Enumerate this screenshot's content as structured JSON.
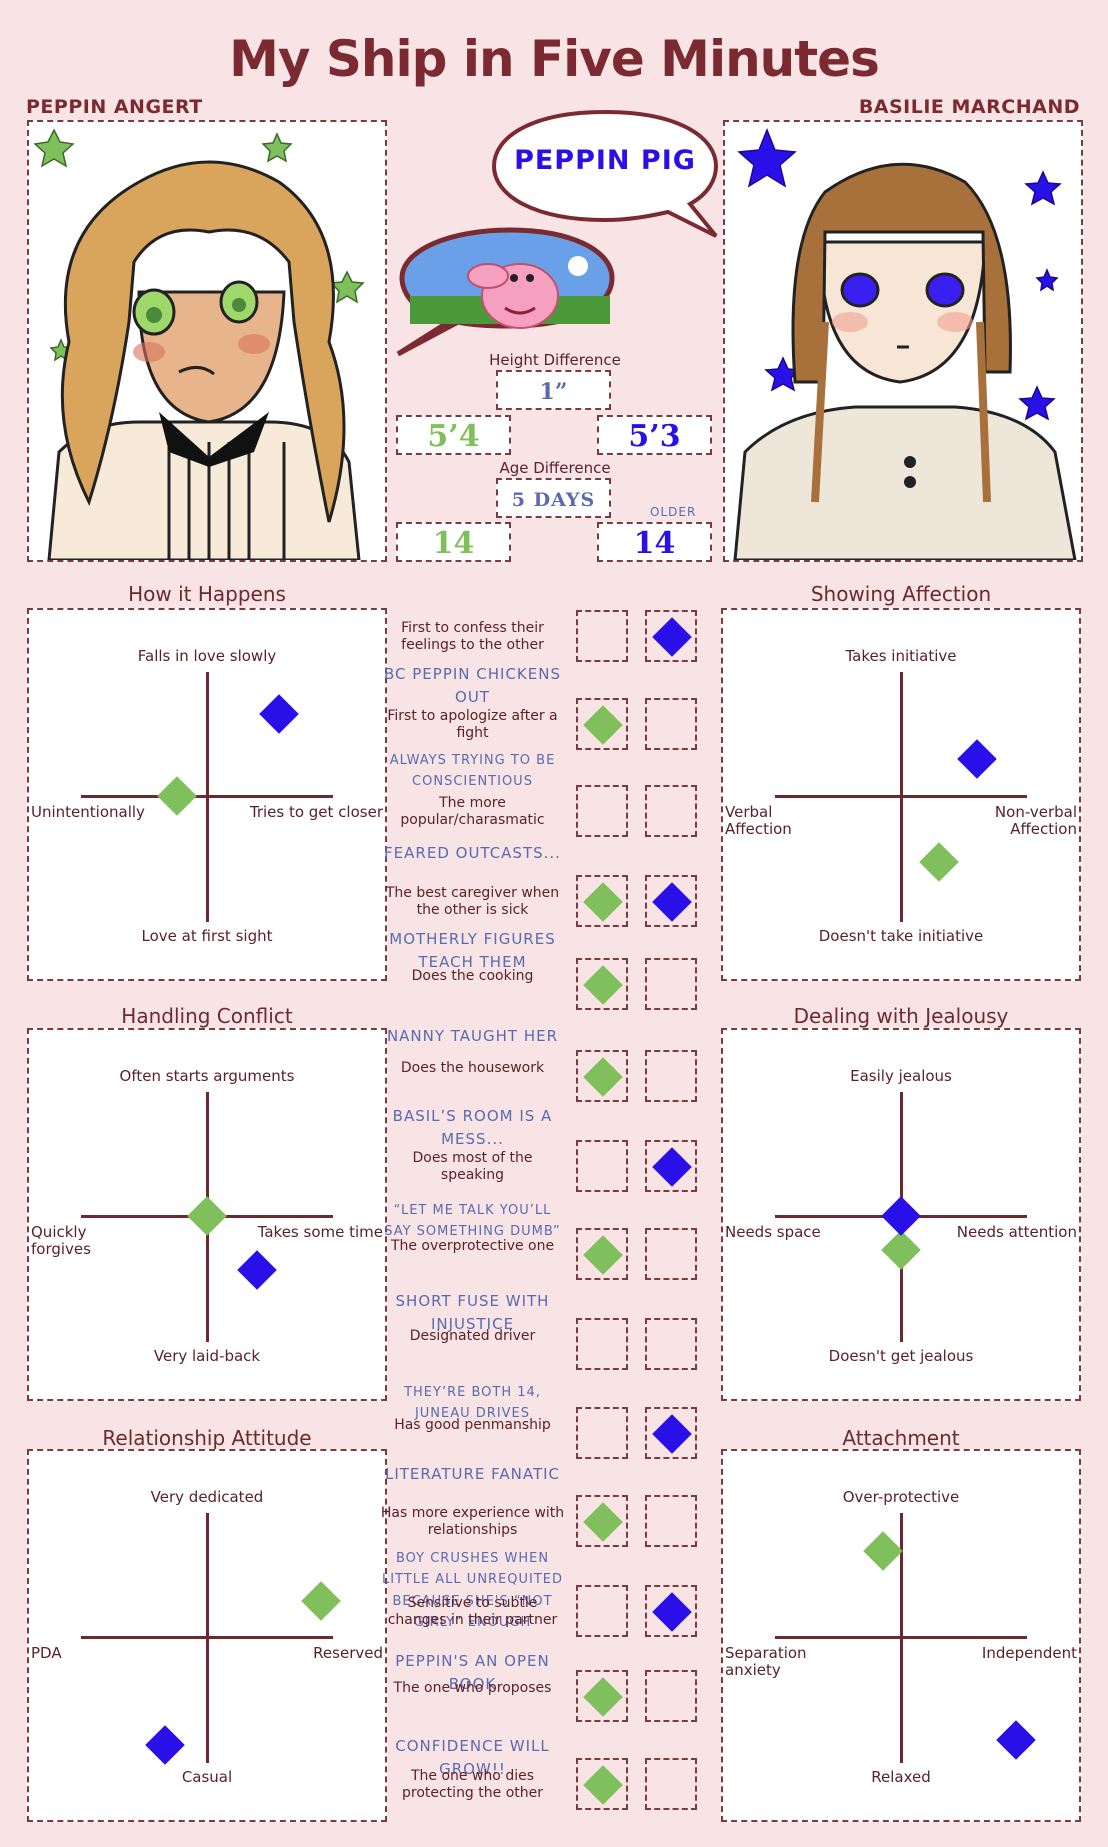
{
  "title": "My Ship in Five Minutes",
  "left_character": {
    "name": "PEPPIN ANGERT",
    "height": "5’4",
    "age": "14",
    "color": "#7fbf5c"
  },
  "right_character": {
    "name": "BASILIE MARCHAND",
    "height": "5’3",
    "age": "14",
    "age_note": "OLDER",
    "color": "#2a10e8"
  },
  "speech_bubble": "PEPPIN PIG",
  "height_difference": {
    "label": "Height Difference",
    "value": "1”"
  },
  "age_difference": {
    "label": "Age Difference",
    "value": "5 DAYS"
  },
  "quadrants": {
    "how_it_happens": {
      "title": "How it Happens",
      "top": "Falls in love slowly",
      "bottom": "Love at first sight",
      "left": "Unintentionally",
      "right": "Tries to get closer",
      "left_pos": [
        -0.25,
        0.0
      ],
      "right_pos": [
        0.6,
        0.68
      ]
    },
    "showing_affection": {
      "title": "Showing Affection",
      "top": "Takes initiative",
      "bottom": "Doesn't take initiative",
      "left": "Verbal Affection",
      "right": "Non-verbal Affection",
      "left_pos": [
        0.32,
        -0.55
      ],
      "right_pos": [
        0.63,
        0.31
      ]
    },
    "handling_conflict": {
      "title": "Handling Conflict",
      "top": "Often starts arguments",
      "bottom": "Very laid-back",
      "left": "Quickly forgives",
      "right": "Takes some time",
      "left_pos": [
        0.0,
        0.0
      ],
      "right_pos": [
        0.42,
        -0.45
      ]
    },
    "dealing_jealousy": {
      "title": "Dealing with Jealousy",
      "top": "Easily jealous",
      "bottom": "Doesn't get jealous",
      "left": "Needs space",
      "right": "Needs attention",
      "left_pos": [
        0.0,
        -0.28
      ],
      "right_pos": [
        0.0,
        0.0
      ]
    },
    "relationship_attitude": {
      "title": "Relationship Attitude",
      "top": "Very dedicated",
      "bottom": "Casual",
      "left": "PDA",
      "right": "Reserved",
      "left_pos": [
        0.95,
        0.3
      ],
      "right_pos": [
        -0.35,
        -0.9
      ]
    },
    "attachment": {
      "title": "Attachment",
      "top": "Over-protective",
      "bottom": "Relaxed",
      "left": "Separation anxiety",
      "right": "Independent",
      "left_pos": [
        -0.15,
        0.72
      ],
      "right_pos": [
        0.96,
        -0.86
      ]
    }
  },
  "questions": [
    {
      "text": "First to confess their feelings to the other",
      "left": false,
      "right": true,
      "note": "BC PEPPIN CHICKENS OUT"
    },
    {
      "text": "First to apologize after a fight",
      "left": true,
      "right": false,
      "note": "ALWAYS TRYING TO BE CONSCIENTIOUS"
    },
    {
      "text": "The more popular/charasmatic",
      "left": false,
      "right": false,
      "note": "FEARED OUTCASTS..."
    },
    {
      "text": "The best caregiver when the other is sick",
      "left": true,
      "right": true,
      "note": "MOTHERLY FIGURES TEACH THEM"
    },
    {
      "text": "Does the cooking",
      "left": true,
      "right": false,
      "note": "NANNY TAUGHT HER"
    },
    {
      "text": "Does the housework",
      "left": true,
      "right": false,
      "note": "BASIL’S ROOM IS A MESS..."
    },
    {
      "text": "Does most of the speaking",
      "left": false,
      "right": true,
      "note": "“LET ME TALK YOU’LL SAY SOMETHING DUMB”"
    },
    {
      "text": "The overprotective one",
      "left": true,
      "right": false,
      "note": "SHORT FUSE WITH INJUSTICE"
    },
    {
      "text": "Designated driver",
      "left": false,
      "right": false,
      "note": "THEY’RE BOTH 14, JUNEAU DRIVES"
    },
    {
      "text": "Has good penmanship",
      "left": false,
      "right": true,
      "note": "LITERATURE FANATIC"
    },
    {
      "text": "Has more experience with relationships",
      "left": true,
      "right": false,
      "note": "BOY CRUSHES WHEN LITTLE ALL UNREQUITED BECAUSE SHE'S “NOT GIRLY” ENOUGH"
    },
    {
      "text": "Sensitive to subtle changes in their partner",
      "left": false,
      "right": true,
      "note": "PEPPIN'S AN OPEN BOOK"
    },
    {
      "text": "The one who proposes",
      "left": true,
      "right": false,
      "note": "CONFIDENCE WILL GROW!!"
    },
    {
      "text": "The one who dies protecting the other",
      "left": true,
      "right": false,
      "note": ""
    }
  ]
}
